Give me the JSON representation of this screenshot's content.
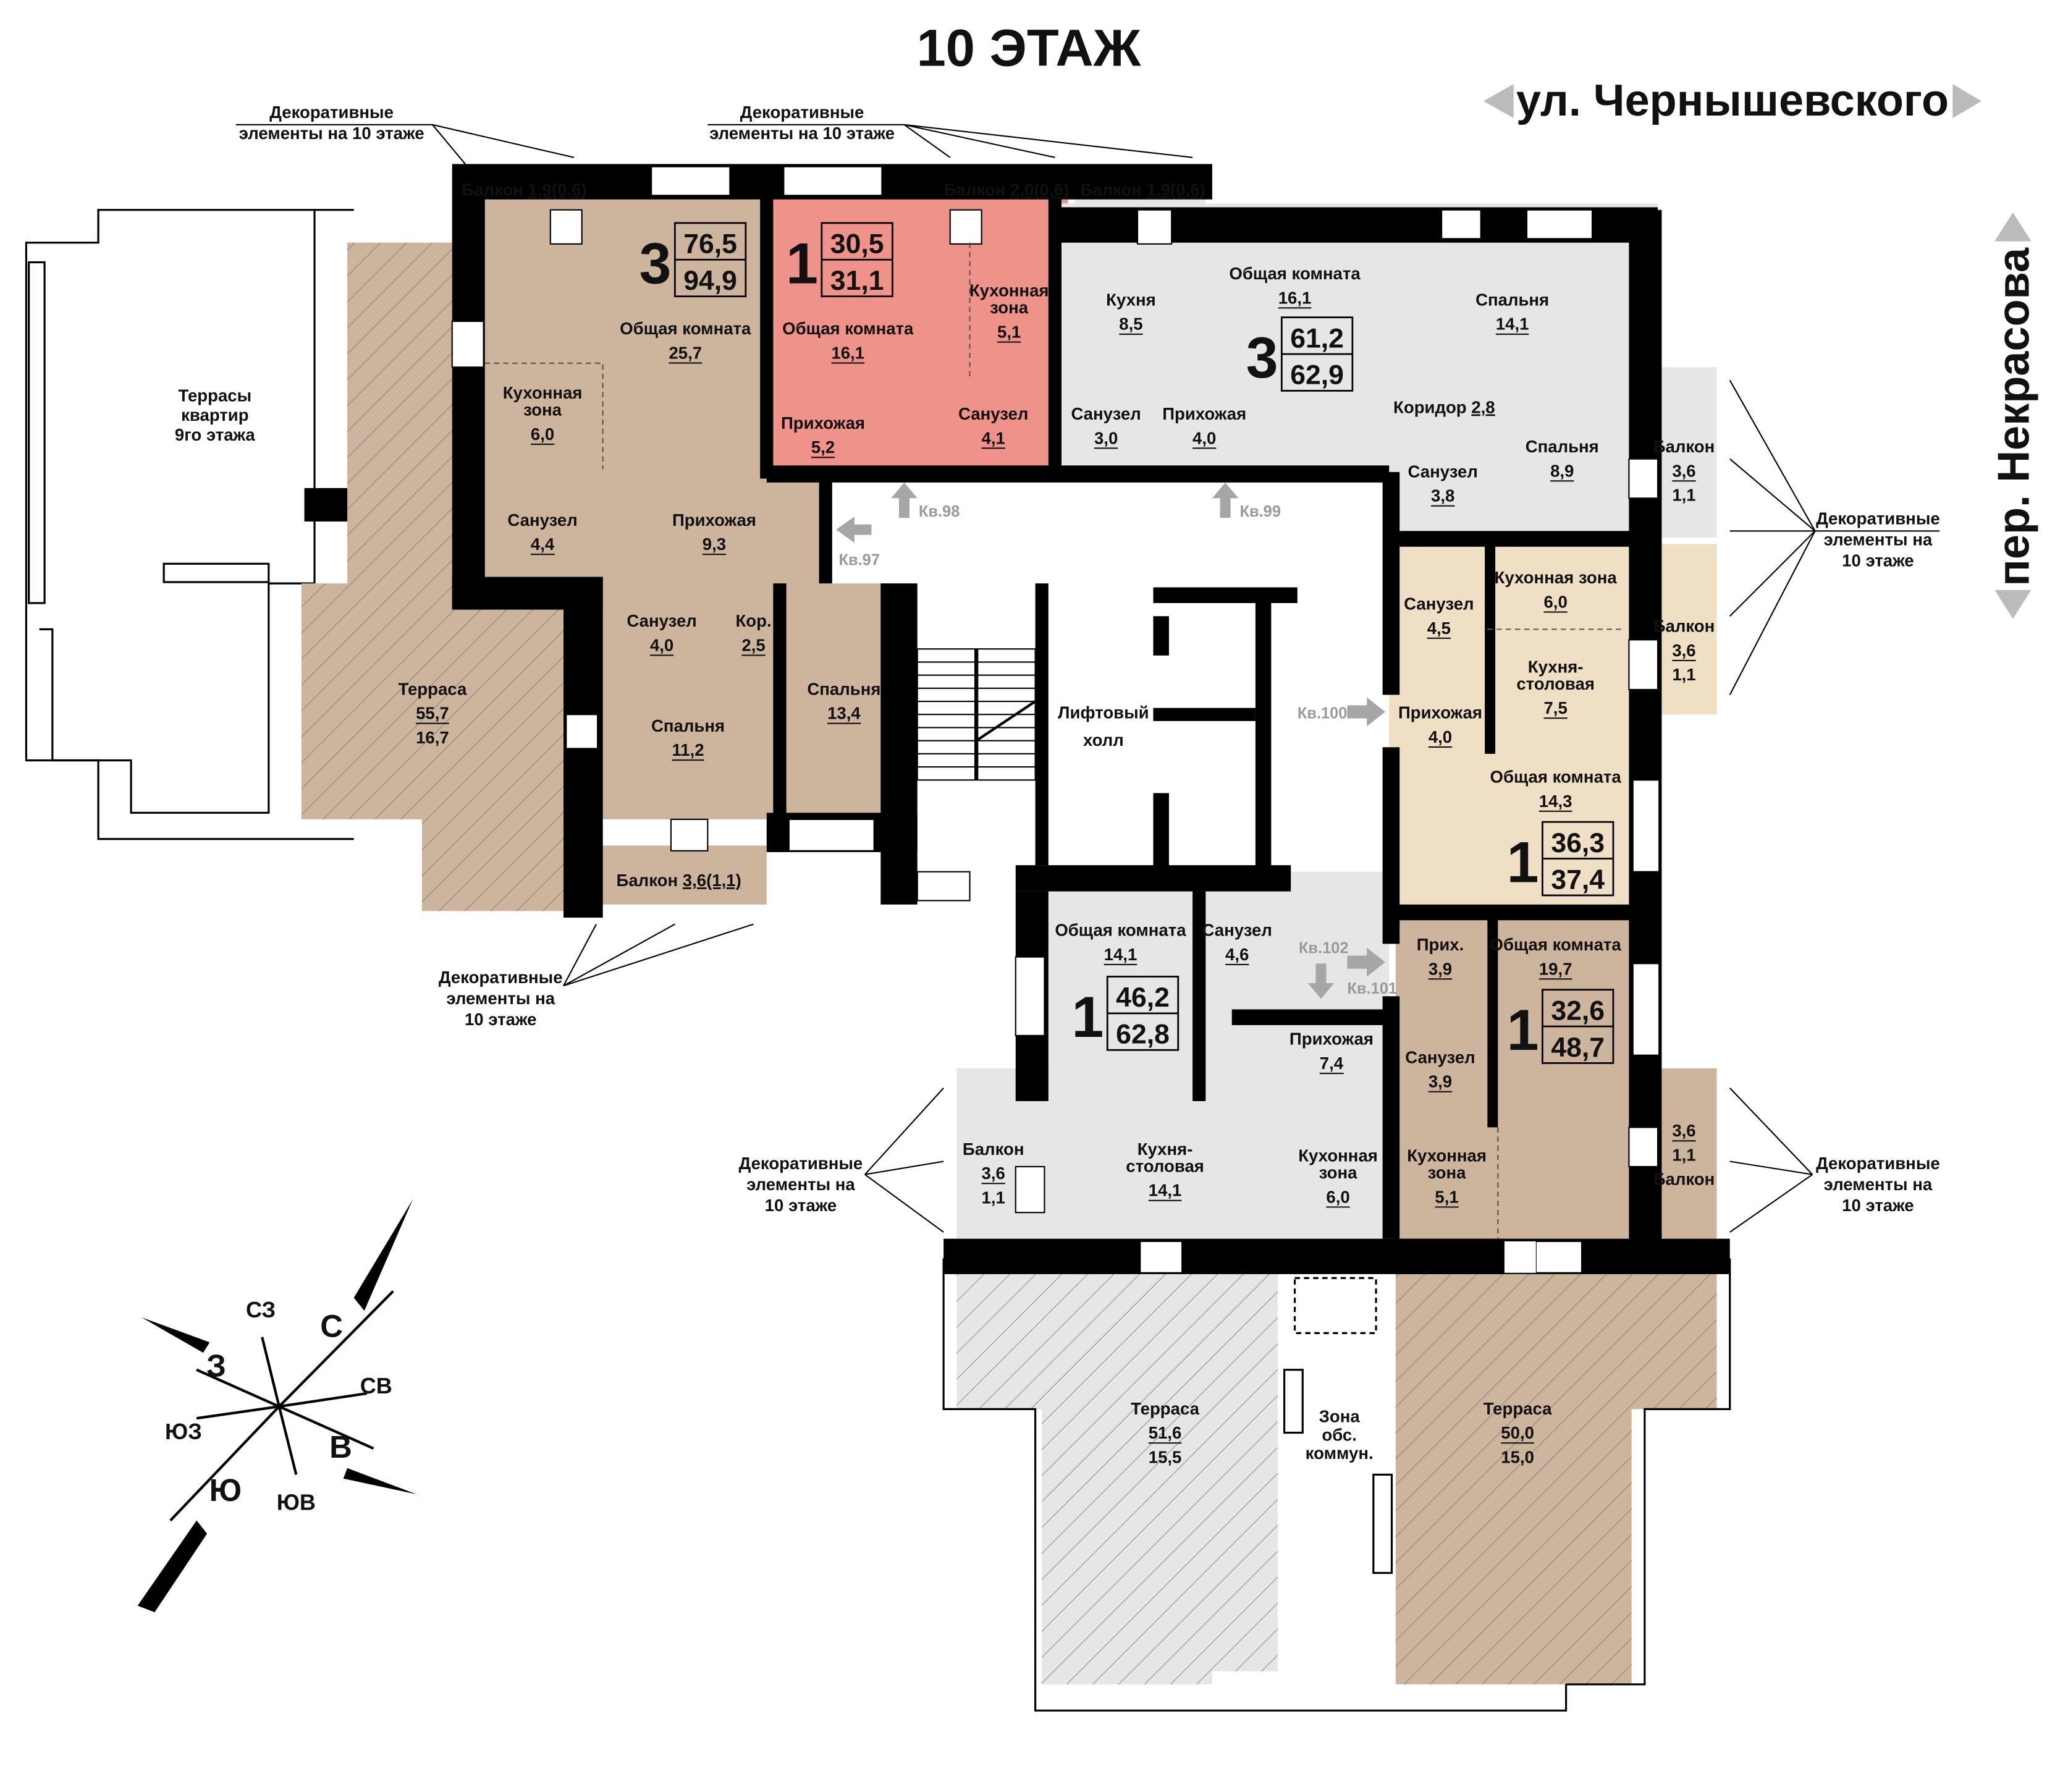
{
  "title": "10 ЭТАЖ",
  "street_top": "ул. Чернышевского",
  "street_right": "пер. Некрасова",
  "colors": {
    "tan": "#cdb49d",
    "pink": "#ee928a",
    "grey": "#e6e6e6",
    "cream": "#efdfc5",
    "wall": "#000000",
    "entry_arrow": "#a6a6a6"
  },
  "decor_labels": [
    {
      "lines": [
        "Декоративные",
        "элементы на 10 этаже"
      ]
    },
    {
      "lines": [
        "Декоративные",
        "элементы на 10 этаже"
      ]
    },
    {
      "lines": [
        "Декоративные",
        "элементы на",
        "10 этаже"
      ]
    },
    {
      "lines": [
        "Декоративные",
        "элементы на",
        "10 этаже"
      ]
    },
    {
      "lines": [
        "Декоративные",
        "элементы на",
        "10 этаже"
      ]
    },
    {
      "lines": [
        "Декоративные",
        "элементы на",
        "10 этаже"
      ]
    }
  ],
  "badges": [
    {
      "rooms": "3",
      "total": "76,5",
      "full": "94,9"
    },
    {
      "rooms": "1",
      "total": "30,5",
      "full": "31,1"
    },
    {
      "rooms": "3",
      "total": "61,2",
      "full": "62,9"
    },
    {
      "rooms": "1",
      "total": "36,3",
      "full": "37,4"
    },
    {
      "rooms": "1",
      "total": "32,6",
      "full": "48,7"
    },
    {
      "rooms": "1",
      "total": "46,2",
      "full": "62,8"
    }
  ],
  "rooms": [
    {
      "lines": [
        "Балкон"
      ],
      "area": "1,9(0,6)"
    },
    {
      "lines": [
        "Общая комната"
      ],
      "area": "25,7"
    },
    {
      "lines": [
        "Кухонная",
        "зона"
      ],
      "area": "6,0"
    },
    {
      "lines": [
        "Санузел"
      ],
      "area": "4,4"
    },
    {
      "lines": [
        "Прихожая"
      ],
      "area": "9,3"
    },
    {
      "lines": [
        "Санузел"
      ],
      "area": "4,0"
    },
    {
      "lines": [
        "Кор."
      ],
      "area": "2,5"
    },
    {
      "lines": [
        "Спальня"
      ],
      "area": "11,2"
    },
    {
      "lines": [
        "Спальня"
      ],
      "area": "13,4"
    },
    {
      "lines": [
        "Балкон"
      ],
      "area": "3,6(1,1)"
    },
    {
      "lines": [
        "Терраса"
      ],
      "area": "55,7",
      "sub": "16,7"
    },
    {
      "lines": [
        "Балкон"
      ],
      "area": "2,0(0,6)"
    },
    {
      "lines": [
        "Общая комната"
      ],
      "area": "16,1"
    },
    {
      "lines": [
        "Кухонная",
        "зона"
      ],
      "area": "5,1"
    },
    {
      "lines": [
        "Прихожая"
      ],
      "area": "5,2"
    },
    {
      "lines": [
        "Санузел"
      ],
      "area": "4,1"
    },
    {
      "lines": [
        "Балкон"
      ],
      "area": "1,9(0,6)"
    },
    {
      "lines": [
        "Кухня"
      ],
      "area": "8,5"
    },
    {
      "lines": [
        "Общая комната"
      ],
      "area": "16,1"
    },
    {
      "lines": [
        "Спальня"
      ],
      "area": "14,1"
    },
    {
      "lines": [
        "Коридор"
      ],
      "area": "2,8"
    },
    {
      "lines": [
        "Санузел"
      ],
      "area": "3,0"
    },
    {
      "lines": [
        "Прихожая"
      ],
      "area": "4,0"
    },
    {
      "lines": [
        "Санузел"
      ],
      "area": "3,8"
    },
    {
      "lines": [
        "Спальня"
      ],
      "area": "8,9"
    },
    {
      "lines": [
        "Балкон"
      ],
      "area": "3,6",
      "sub": "1,1"
    },
    {
      "lines": [
        "Санузел"
      ],
      "area": "4,5"
    },
    {
      "lines": [
        "Кухонная зона"
      ],
      "area": "6,0"
    },
    {
      "lines": [
        "Балкон"
      ],
      "area": "3,6",
      "sub": "1,1"
    },
    {
      "lines": [
        "Кухня-",
        "столовая"
      ],
      "area": "7,5"
    },
    {
      "lines": [
        "Прихожая"
      ],
      "area": "4,0"
    },
    {
      "lines": [
        "Общая комната"
      ],
      "area": "14,3"
    },
    {
      "lines": [
        "Прих."
      ],
      "area": "3,9"
    },
    {
      "lines": [
        "Общая комната"
      ],
      "area": "19,7"
    },
    {
      "lines": [
        "Санузел"
      ],
      "area": "3,9"
    },
    {
      "lines": [
        "Кухонная",
        "зона"
      ],
      "area": "5,1"
    },
    {
      "lines": [
        "Балкон"
      ],
      "area": "3,6",
      "sub": "1,1"
    },
    {
      "lines": [
        "Терраса"
      ],
      "area": "50,0",
      "sub": "15,0"
    },
    {
      "lines": [
        "Общая комната"
      ],
      "area": "14,1"
    },
    {
      "lines": [
        "Санузел"
      ],
      "area": "4,6"
    },
    {
      "lines": [
        "Прихожая"
      ],
      "area": "7,4"
    },
    {
      "lines": [
        "Балкон"
      ],
      "area": "3,6",
      "sub": "1,1"
    },
    {
      "lines": [
        "Кухня-",
        "столовая"
      ],
      "area": "14,1"
    },
    {
      "lines": [
        "Кухонная",
        "зона"
      ],
      "area": "6,0"
    },
    {
      "lines": [
        "Терраса"
      ],
      "area": "51,6",
      "sub": "15,5"
    }
  ],
  "common": [
    {
      "lines": [
        "Террасы",
        "квартир",
        "9го этажа"
      ]
    },
    {
      "lines": [
        "Лифтовый",
        "холл"
      ]
    },
    {
      "lines": [
        "Зона",
        "обс.",
        "коммун."
      ]
    }
  ],
  "entrances": [
    "Кв.97",
    "Кв.98",
    "Кв.99",
    "Кв.100",
    "Кв.101",
    "Кв.102"
  ],
  "compass": {
    "n": "С",
    "ne": "СВ",
    "e": "В",
    "se": "ЮВ",
    "s": "Ю",
    "sw": "ЮЗ",
    "w": "З",
    "nw": "СЗ"
  }
}
